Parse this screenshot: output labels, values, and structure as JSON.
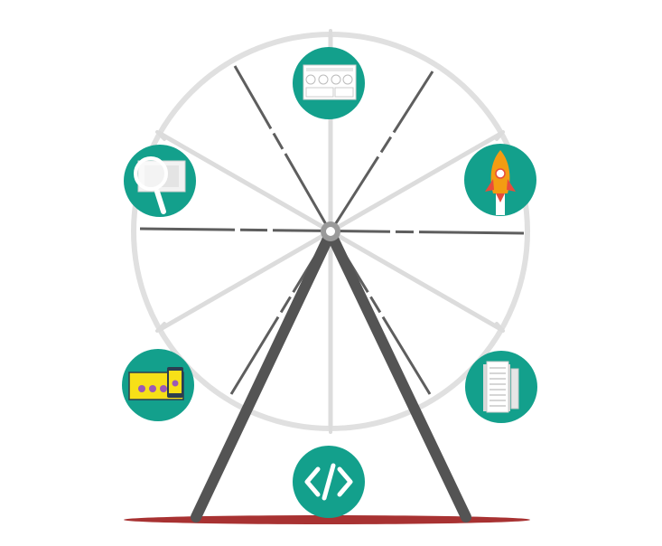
{
  "colors": {
    "background": "#ffffff",
    "rim": "#e0e0e0",
    "spoke_light": "#dcdcdc",
    "spoke_dark": "#5e5e5e",
    "support": "#545454",
    "hub": "#9a9a9a",
    "gondola": "#13a08c",
    "shadow": "#a83232",
    "accent_orange": "#f39c12",
    "accent_red": "#e74c3c",
    "accent_yellow": "#f7e018",
    "accent_purple": "#9b59b6",
    "accent_blue": "#2c3e50"
  },
  "gondolas": [
    {
      "name": "gondola-top",
      "icon": "wireframe-layout-icon"
    },
    {
      "name": "gondola-upper-right",
      "icon": "rocket-icon"
    },
    {
      "name": "gondola-lower-right",
      "icon": "server-building-icon"
    },
    {
      "name": "gondola-bottom",
      "icon": "code-brackets-icon"
    },
    {
      "name": "gondola-lower-left",
      "icon": "responsive-devices-icon"
    },
    {
      "name": "gondola-upper-left",
      "icon": "magnifier-icon"
    }
  ]
}
